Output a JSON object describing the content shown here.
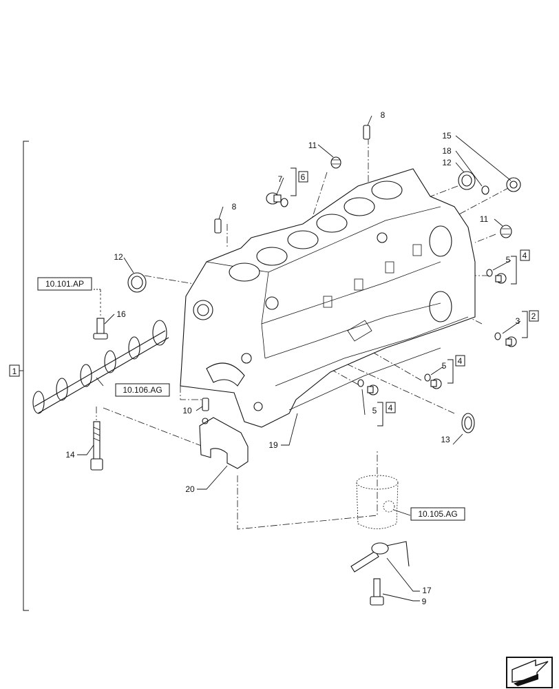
{
  "callouts": {
    "c1": "1",
    "c2": "2",
    "c3": "3",
    "c4a": "4",
    "c4b": "4",
    "c4c": "4",
    "c5a": "5",
    "c5b": "5",
    "c5c": "5",
    "c6": "6",
    "c7": "7",
    "c8a": "8",
    "c8b": "8",
    "c9": "9",
    "c10": "10",
    "c11a": "11",
    "c11b": "11",
    "c12a": "12",
    "c12b": "12",
    "c13": "13",
    "c14": "14",
    "c15": "15",
    "c16": "16",
    "c17": "17",
    "c18": "18",
    "c19": "19",
    "c20": "20"
  },
  "references": {
    "r101ap": "10.101.AP",
    "r106ag": "10.106.AG",
    "r105ag": "10.105.AG"
  },
  "nav_icon": "next-page-arrow-icon"
}
